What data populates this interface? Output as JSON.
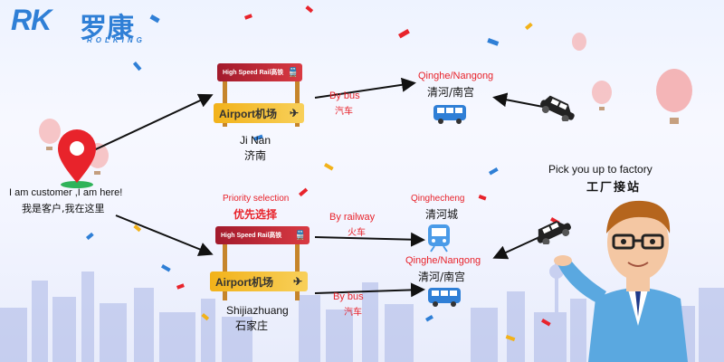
{
  "logo": {
    "letters": "RK",
    "chinese": "罗康",
    "subtitle": "ROLKING"
  },
  "start": {
    "en": "I am customer ,I am here!",
    "cn": "我是客户,我在这里"
  },
  "cities": {
    "jinan": {
      "en": "Ji Nan",
      "cn": "济南"
    },
    "shijiazhuang": {
      "en": "Shijiazhuang",
      "cn": "石家庄"
    }
  },
  "signs": {
    "hsr": "High Speed Rail高铁",
    "airport": "Airport机场"
  },
  "priority": {
    "en": "Priority selection",
    "cn": "优先选择"
  },
  "routes": {
    "bus_top": {
      "en": "By bus",
      "cn": "汽车"
    },
    "railway": {
      "en": "By railway",
      "cn": "火车"
    },
    "bus_bottom": {
      "en": "By bus",
      "cn": "汽车"
    }
  },
  "destinations": {
    "qinghe_top": {
      "en": "Qinghe/Nangong",
      "cn": "清河/南宫"
    },
    "qinghecheng": {
      "en": "Qinghecheng",
      "cn": "清河城"
    },
    "qinghe_bottom": {
      "en": "Qinghe/Nangong",
      "cn": "清河/南宫"
    }
  },
  "pickup": {
    "en": "Pick you up to factory",
    "cn": "工厂接站"
  },
  "colors": {
    "accent_blue": "#2f7fd6",
    "red": "#e8232b",
    "sign_red": "#c0222e",
    "sign_yellow": "#f2b21a"
  }
}
